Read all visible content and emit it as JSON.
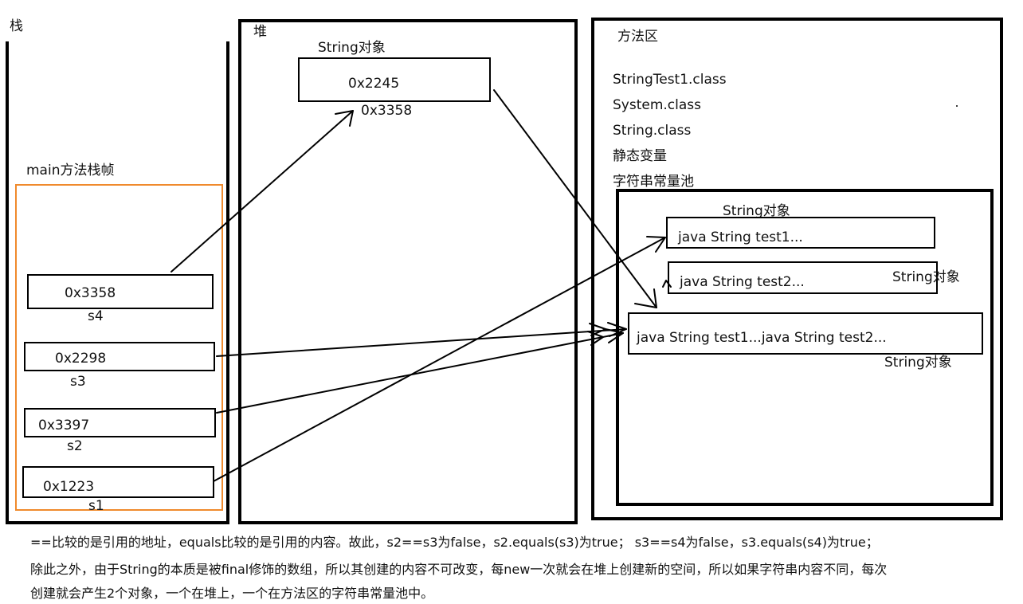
{
  "stack": {
    "title": "栈",
    "frame_label": "main方法栈帧",
    "vars": [
      {
        "value": "0x3358",
        "name": "s4"
      },
      {
        "value": "0x2298",
        "name": "s3"
      },
      {
        "value": "0x3397",
        "name": "s2"
      },
      {
        "value": "0x1223",
        "name": "s1"
      }
    ]
  },
  "heap": {
    "title": "堆",
    "object_label": "String对象",
    "object_value": "0x2245",
    "object_address": "0x3358"
  },
  "method_area": {
    "title": "方法区",
    "items": [
      "StringTest1.class",
      "System.class",
      "String.class",
      "静态变量",
      "字符串常量池"
    ],
    "pool": {
      "objects": [
        {
          "label": "String对象",
          "text": "java String test1..."
        },
        {
          "label": "String对象",
          "text": "java String test2..."
        },
        {
          "label": "String对象",
          "text": "java String test1...java String test2..."
        }
      ]
    }
  },
  "notes": [
    "==比较的是引用的地址，equals比较的是引用的内容。故此，s2==s3为false，s2.equals(s3)为true；  s3==s4为false，s3.equals(s4)为true；",
    "除此之外，由于String的本质是被final修饰的数组，所以其创建的内容不可改变，每new一次就会在堆上创建新的空间，所以如果字符串内容不同，每次",
    "创建就会产生2个对象，一个在堆上，一个在方法区的字符串常量池中。"
  ]
}
